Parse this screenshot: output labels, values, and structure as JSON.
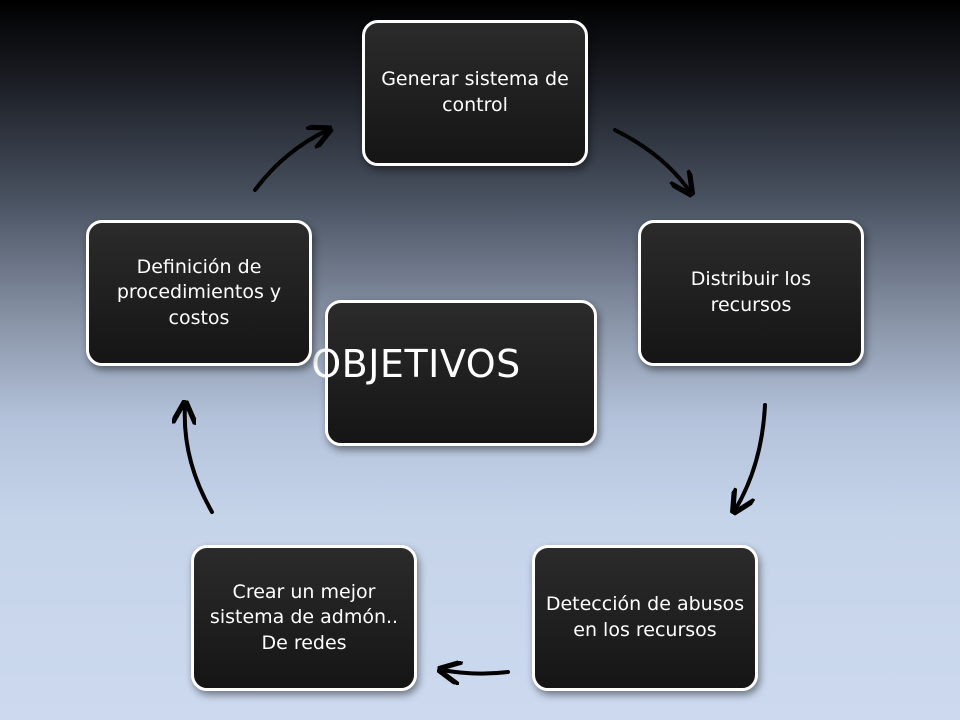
{
  "diagram": {
    "center": "OBJETIVOS",
    "nodes": [
      "Generar sistema de control",
      "Distribuir los recursos",
      "Detección de abusos en los recursos",
      "Crear un mejor sistema de admón.. De redes",
      "Definición de procedimientos y costos"
    ]
  },
  "colors": {
    "node_fill": "#1e1e1e",
    "node_border": "#ffffff",
    "arrow": "#000000"
  }
}
